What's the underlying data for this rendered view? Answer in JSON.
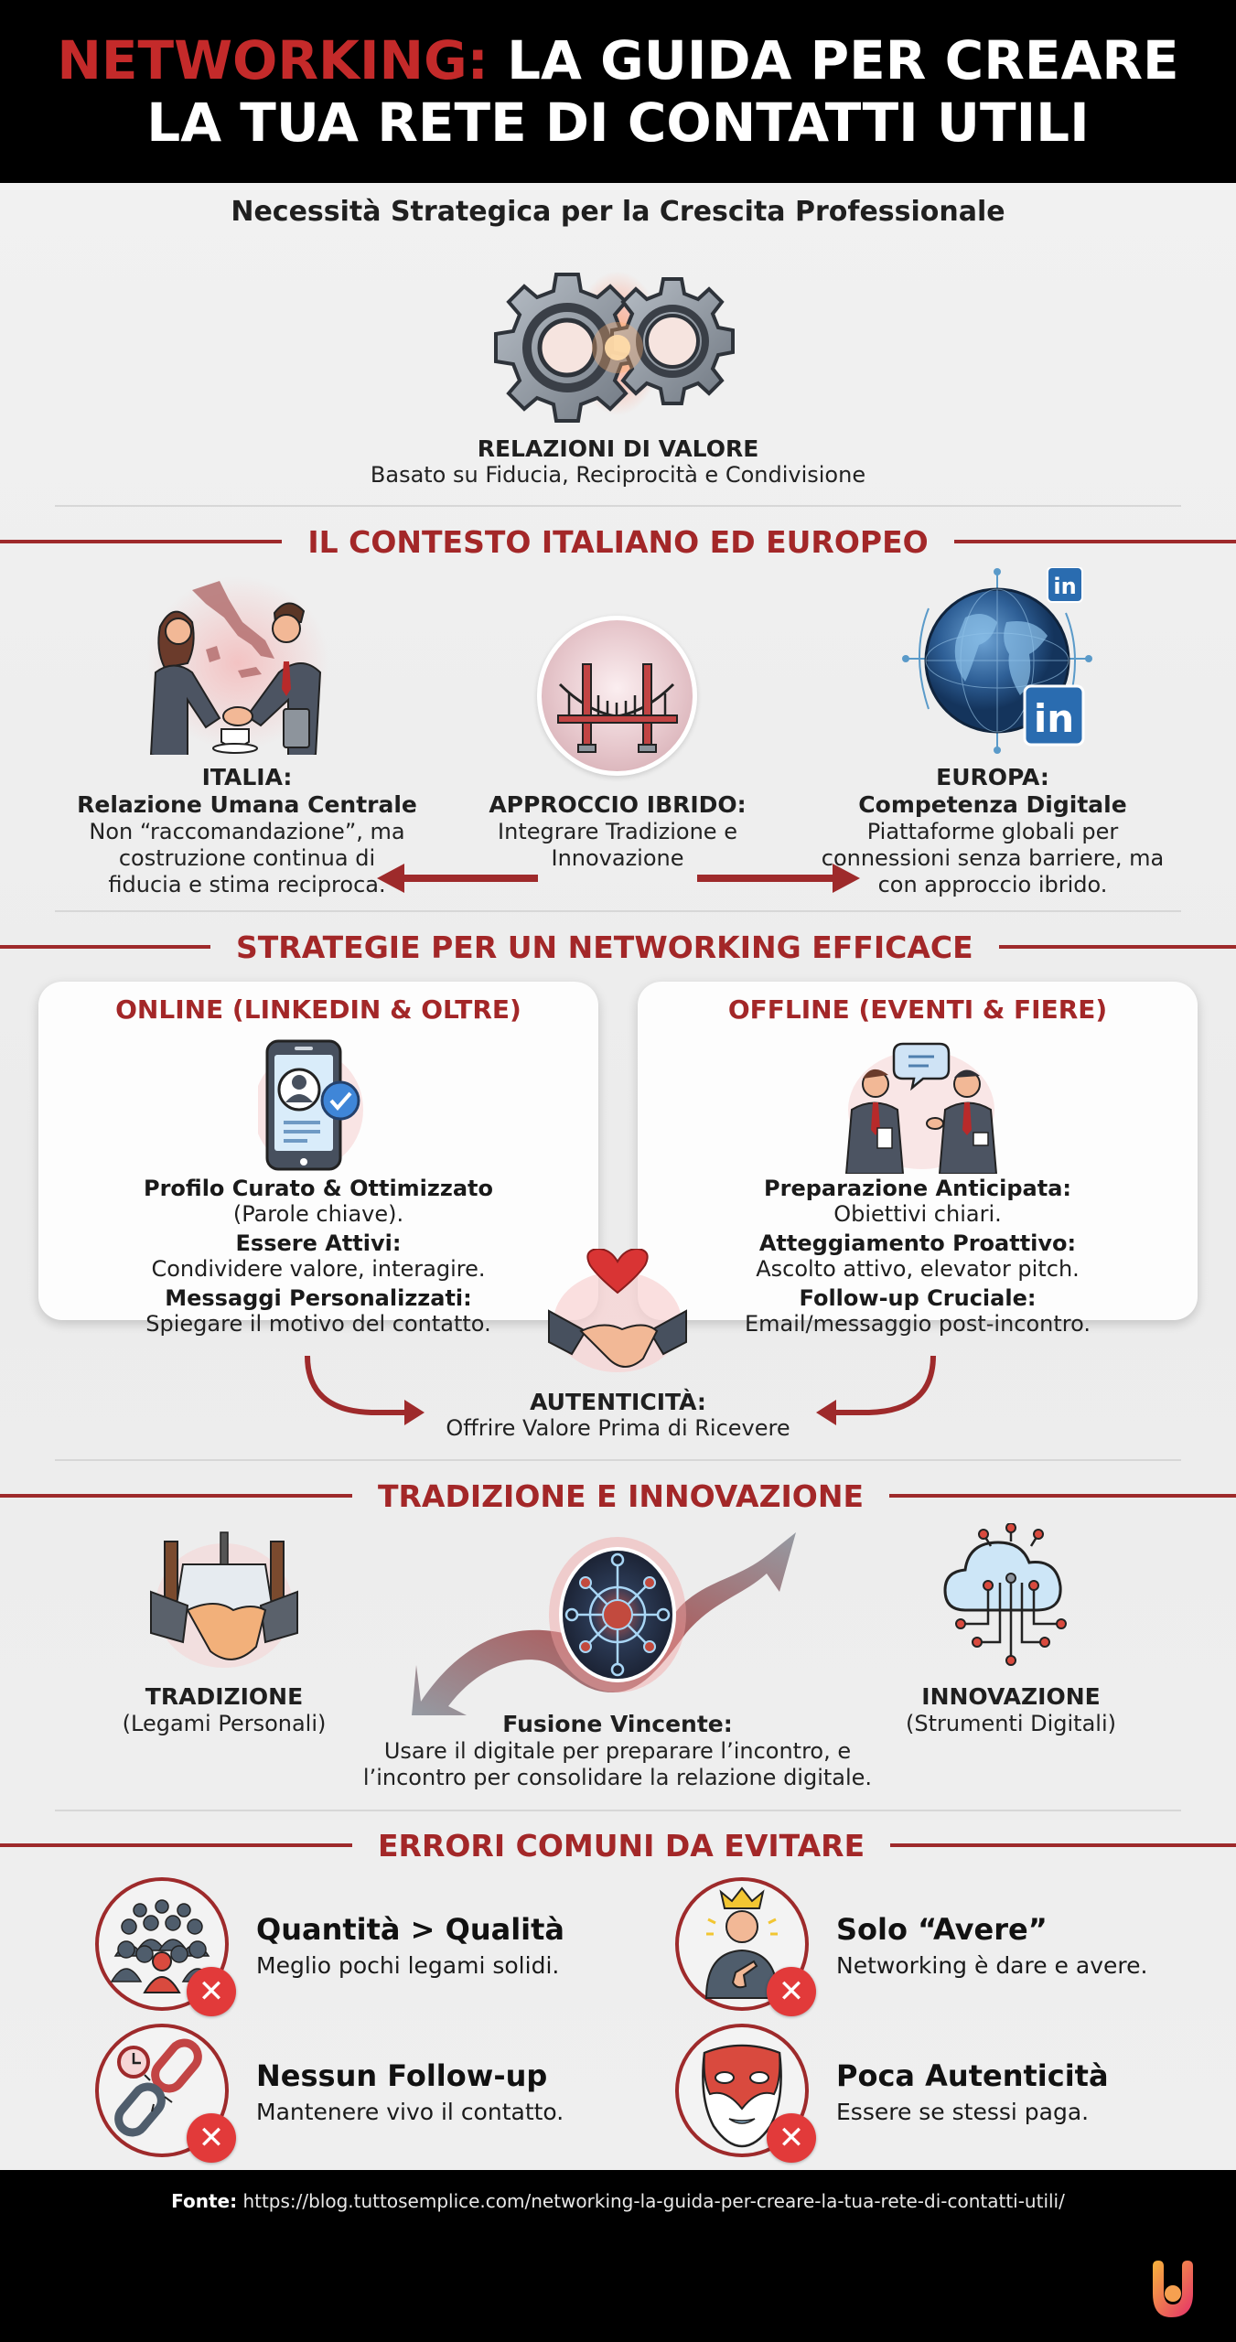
{
  "header": {
    "title_accent": "NETWORKING:",
    "title_rest_line1": "LA GUIDA PER CREARE",
    "title_line2": "LA TUA RETE DI CONTATTI UTILI",
    "accent_color": "#c42a2a"
  },
  "intro": {
    "subtitle": "Necessità Strategica per la Crescita Professionale",
    "icon": "gears-icon",
    "heading": "RELAZIONI DI VALORE",
    "text": "Basato su Fiducia, Reciprocità e Condivisione"
  },
  "context": {
    "section_title": "IL CONTESTO ITALIANO ED EUROPEO",
    "italia": {
      "icon": "handshake-italy-icon",
      "label": "ITALIA:",
      "heading": "Relazione Umana Centrale",
      "lines": [
        "Non “raccomandazione”, ma",
        "costruzione continua di",
        "fiducia e stima reciproca."
      ]
    },
    "hybrid": {
      "icon": "bridge-icon",
      "heading": "APPROCCIO IBRIDO:",
      "lines": [
        "Integrare Tradizione e",
        "Innovazione"
      ]
    },
    "europa": {
      "icon": "globe-linkedin-icon",
      "label": "EUROPA:",
      "heading": "Competenza Digitale",
      "lines": [
        "Piattaforme globali per",
        "connessioni senza barriere, ma",
        "con approccio ibrido."
      ],
      "badge_text": "in"
    }
  },
  "strategies": {
    "section_title": "STRATEGIE PER UN NETWORKING EFFICACE",
    "online": {
      "title": "ONLINE (LINKEDIN & OLTRE)",
      "icon": "smartphone-profile-icon",
      "items": [
        {
          "bold": "Profilo Curato & Ottimizzato",
          "text": "(Parole chiave)."
        },
        {
          "bold": "Essere Attivi:",
          "text": "Condividere valore, interagire."
        },
        {
          "bold": "Messaggi Personalizzati:",
          "text": "Spiegare il motivo del contatto."
        }
      ]
    },
    "offline": {
      "title": "OFFLINE (EVENTI & FIERE)",
      "icon": "people-talking-icon",
      "items": [
        {
          "bold": "Preparazione Anticipata:",
          "text": "Obiettivi chiari."
        },
        {
          "bold": "Atteggiamento Proattivo:",
          "text": "Ascolto attivo, elevator pitch."
        },
        {
          "bold": "Follow-up Cruciale:",
          "text": "Email/messaggio post-incontro."
        }
      ]
    },
    "authenticity": {
      "icon": "heart-handshake-icon",
      "heading": "AUTENTICITÀ:",
      "text": "Offrire Valore Prima di Ricevere"
    }
  },
  "tradition": {
    "section_title": "TRADIZIONE E INNOVAZIONE",
    "left": {
      "icon": "dinner-handshake-icon",
      "heading": "TRADIZIONE",
      "sub": "(Legami Personali)"
    },
    "center": {
      "icon": "fusion-network-icon",
      "heading": "Fusione Vincente:",
      "lines": [
        "Usare il digitale per preparare l’incontro, e",
        "l’incontro per consolidare la relazione digitale."
      ]
    },
    "right": {
      "icon": "cloud-network-icon",
      "heading": "INNOVAZIONE",
      "sub": "(Strumenti Digitali)"
    }
  },
  "errors": {
    "section_title": "ERRORI COMUNI DA EVITARE",
    "badge": "✕",
    "items": [
      {
        "icon": "crowd-icon",
        "title": "Quantità > Qualità",
        "desc": "Meglio pochi legami solidi."
      },
      {
        "icon": "crowned-man-icon",
        "title": "Solo “Avere”",
        "desc": "Networking è dare e avere."
      },
      {
        "icon": "broken-chain-icon",
        "title": "Nessun Follow-up",
        "desc": "Mantenere vivo il contatto."
      },
      {
        "icon": "mask-icon",
        "title": "Poca Autenticità",
        "desc": "Essere se stessi paga."
      }
    ]
  },
  "footer": {
    "source_label": "Fonte:",
    "source_url": "https://blog.tuttosemplice.com/networking-la-guida-per-creare-la-tua-rete-di-contatti-utili/",
    "logo": "brand-logo-icon"
  }
}
